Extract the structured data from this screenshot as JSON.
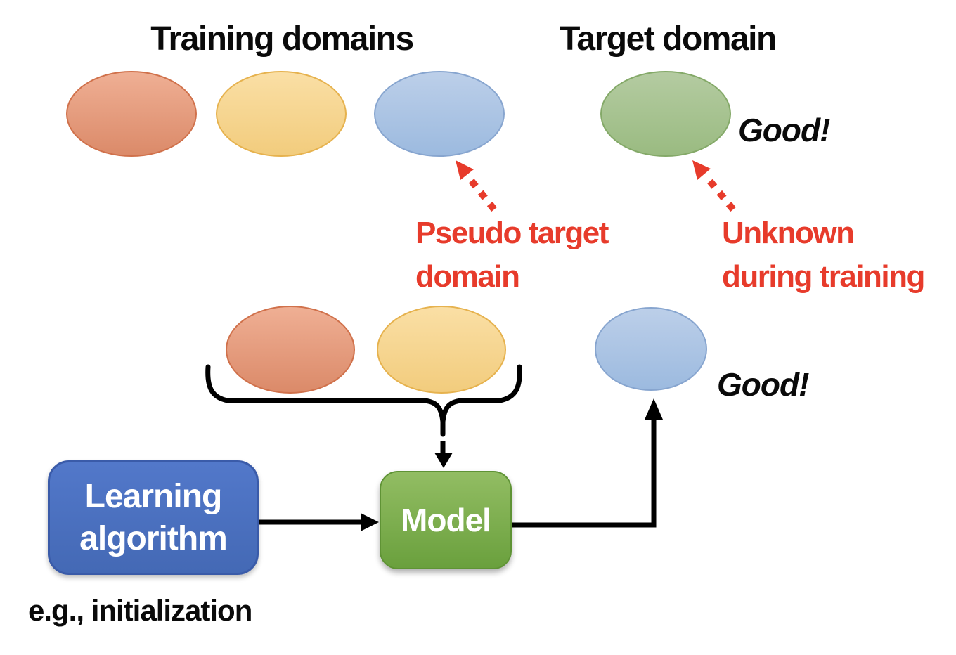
{
  "titles": {
    "training": "Training domains",
    "target": "Target domain"
  },
  "annotations": {
    "pseudo_target": {
      "line1": "Pseudo target",
      "line2": "domain"
    },
    "unknown": {
      "line1": "Unknown",
      "line2": "during training"
    },
    "good_target": "Good!",
    "good_result": "Good!",
    "footnote": "e.g., initialization",
    "annotation_color": "#E73B2B"
  },
  "flow": {
    "learning_box": {
      "line1": "Learning",
      "line2": "algorithm",
      "fill": "#4A70C2",
      "border": "#3A5BA9",
      "text_color": "#FFFFFF"
    },
    "model_box": {
      "label": "Model",
      "fill_top": "#92BD63",
      "fill_bottom": "#6AA03D",
      "border": "#5F9335",
      "text_color": "#FFFFFF"
    },
    "arrow_color": "#000000"
  },
  "domains": {
    "training_row": [
      {
        "name": "training-domain-1",
        "color": "orange",
        "fill_top": "#EFAF94",
        "fill_bottom": "#DB8A69",
        "border": "#D0714B"
      },
      {
        "name": "training-domain-2",
        "color": "yellow",
        "fill_top": "#FADFA5",
        "fill_bottom": "#F2CC7D",
        "border": "#E6B24E"
      },
      {
        "name": "training-domain-3",
        "color": "blue",
        "fill_top": "#BCCFE9",
        "fill_bottom": "#9CBADF",
        "border": "#87A5CF"
      }
    ],
    "target": {
      "name": "target-domain",
      "color": "green",
      "fill_top": "#B4CBA1",
      "fill_bottom": "#9ABB81",
      "border": "#84A968"
    },
    "pseudo_training_row": [
      {
        "name": "pseudo-training-domain-1",
        "color": "orange"
      },
      {
        "name": "pseudo-training-domain-2",
        "color": "yellow"
      }
    ],
    "evaluated": {
      "name": "pseudo-target-domain-ellipse",
      "color": "blue"
    }
  }
}
